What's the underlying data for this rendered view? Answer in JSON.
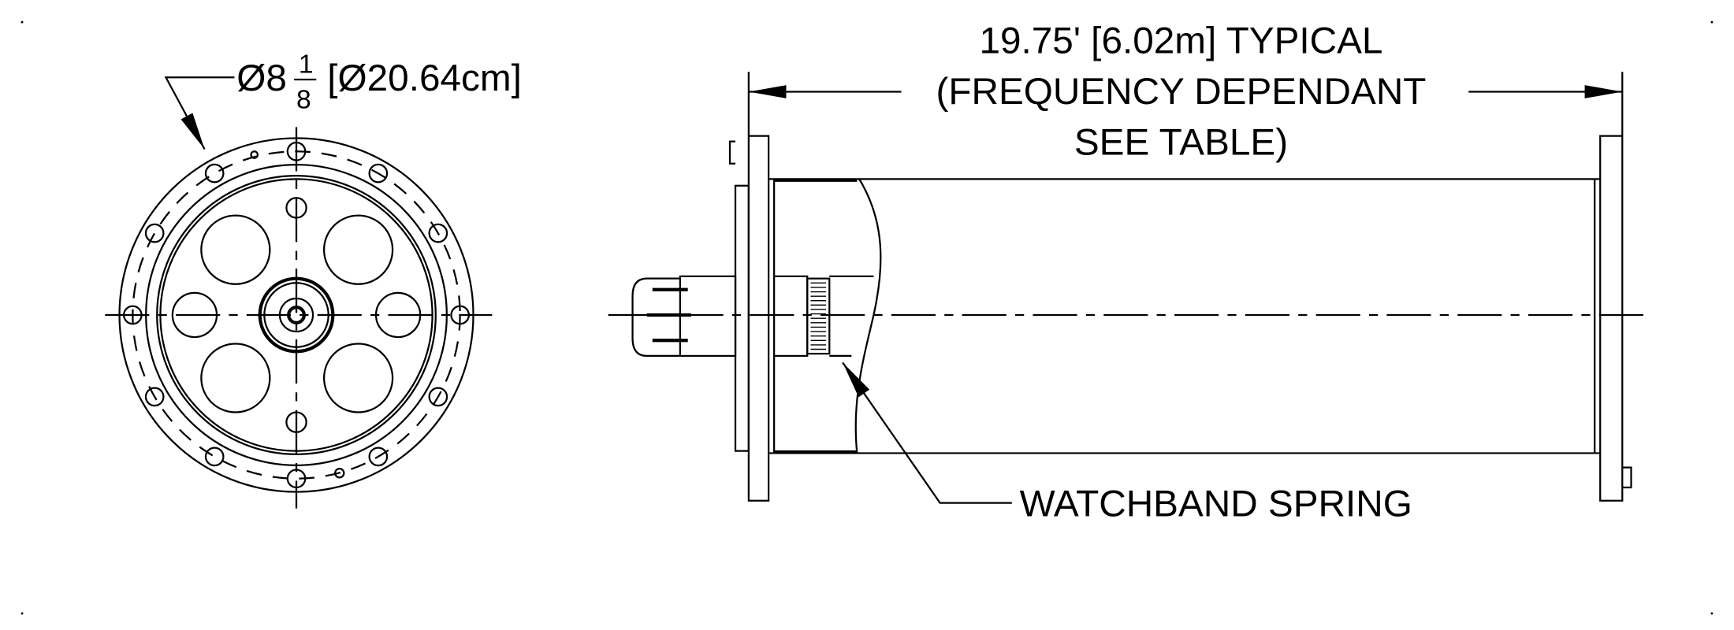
{
  "end_view": {
    "diameter_prefix": "Ø8",
    "fraction_numerator": "1",
    "fraction_denominator": "8",
    "diameter_metric": "[Ø20.64cm]"
  },
  "side_view": {
    "length_line1": "19.75' [6.02m] TYPICAL",
    "length_line2": "(FREQUENCY DEPENDANT",
    "length_line3": "SEE TABLE)",
    "spring_label": "WATCHBAND SPRING"
  },
  "colors": {
    "ink": "#000000",
    "paper": "#ffffff"
  }
}
